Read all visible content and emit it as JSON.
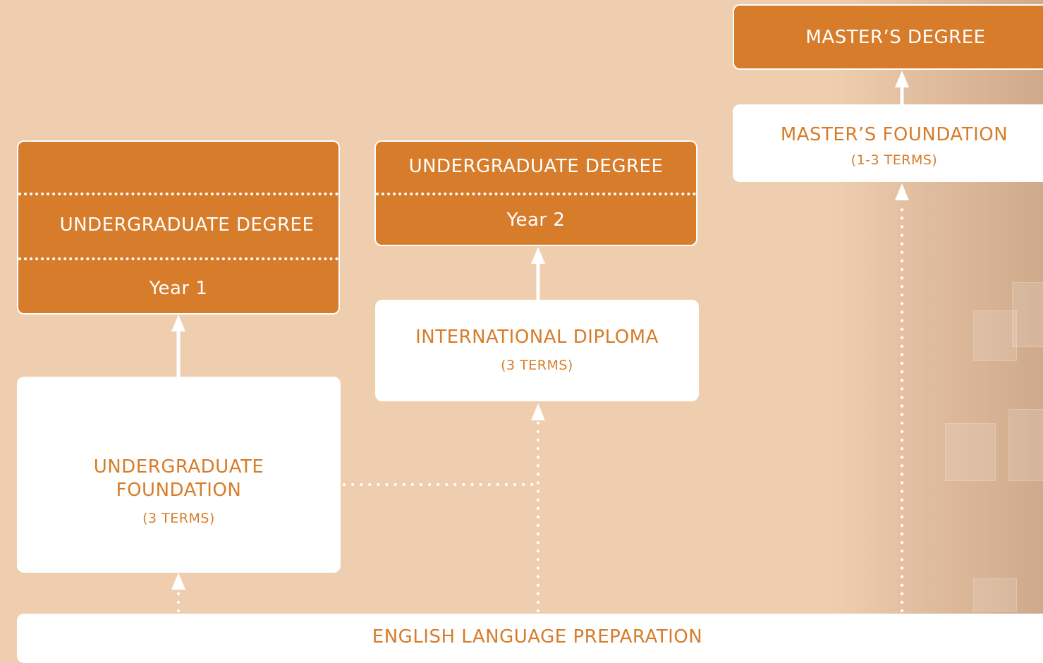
{
  "boxes": {
    "masters_degree": {
      "title": "MASTER’S DEGREE"
    },
    "masters_foundation": {
      "title": "MASTER’S FOUNDATION",
      "duration": "(1-3 TERMS)"
    },
    "ug_degree_year1": {
      "title": "UNDERGRADUATE DEGREE",
      "year": "Year 1"
    },
    "ug_degree_year2": {
      "title": "UNDERGRADUATE DEGREE",
      "year": "Year 2"
    },
    "international_diploma": {
      "title": "INTERNATIONAL DIPLOMA",
      "duration": "(3 TERMS)"
    },
    "ug_foundation": {
      "title_line1": "UNDERGRADUATE",
      "title_line2": "FOUNDATION",
      "duration": "(3 TERMS)"
    },
    "english_prep": {
      "title": "ENGLISH LANGUAGE PREPARATION"
    }
  },
  "colors": {
    "background": "#efcdaf",
    "accent": "#d77c2a",
    "white": "#ffffff"
  }
}
